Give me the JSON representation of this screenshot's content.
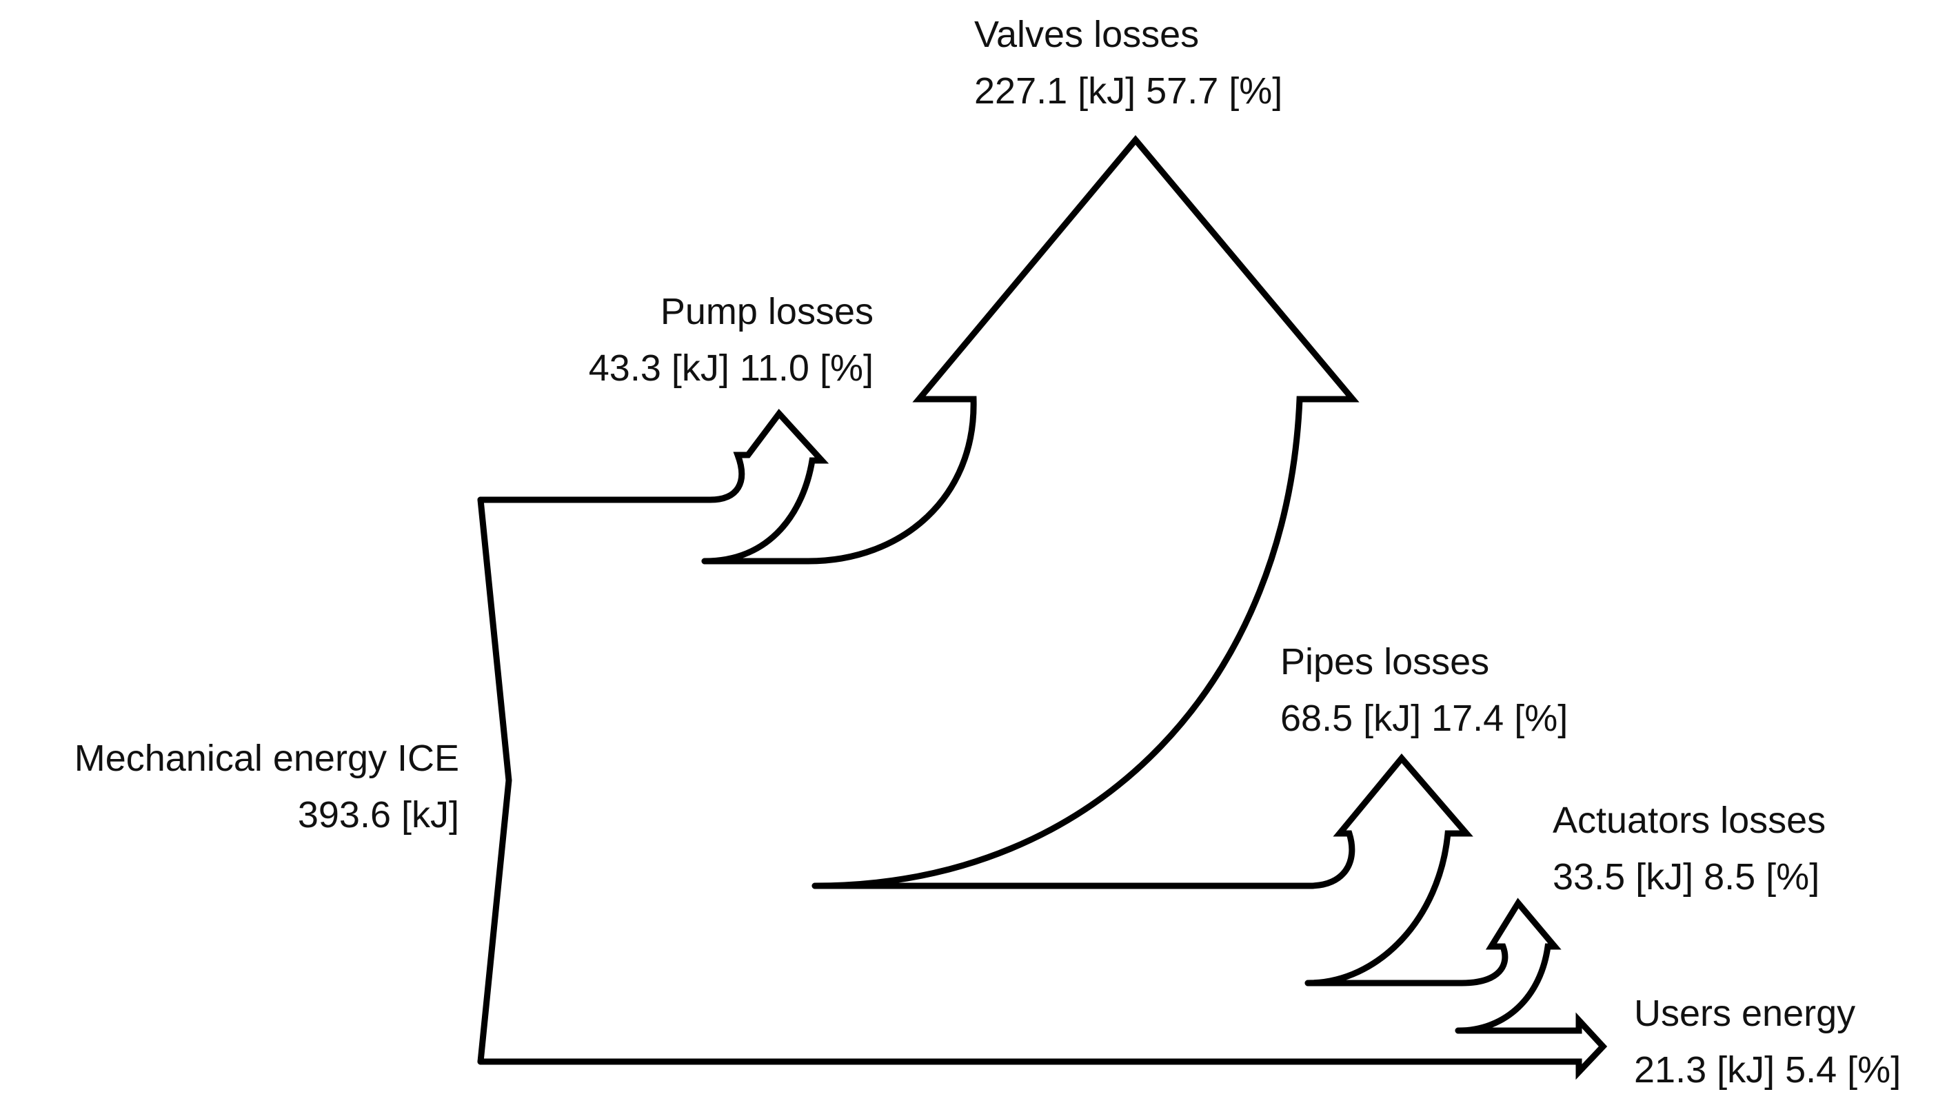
{
  "colors": {
    "stroke": "#000000",
    "text": "#111111",
    "background": "#ffffff"
  },
  "source": {
    "name": "Mechanical energy ICE",
    "value": "393.6 [kJ]"
  },
  "flows": [
    {
      "name": "Pump losses",
      "value": "43.3 [kJ] 11.0 [%]"
    },
    {
      "name": "Valves losses",
      "value": "227.1 [kJ] 57.7 [%]"
    },
    {
      "name": "Pipes losses",
      "value": "68.5 [kJ] 17.4 [%]"
    },
    {
      "name": "Actuators losses",
      "value": "33.5 [kJ] 8.5 [%]"
    },
    {
      "name": "Users energy",
      "value": "21.3 [kJ] 5.4 [%]"
    }
  ]
}
